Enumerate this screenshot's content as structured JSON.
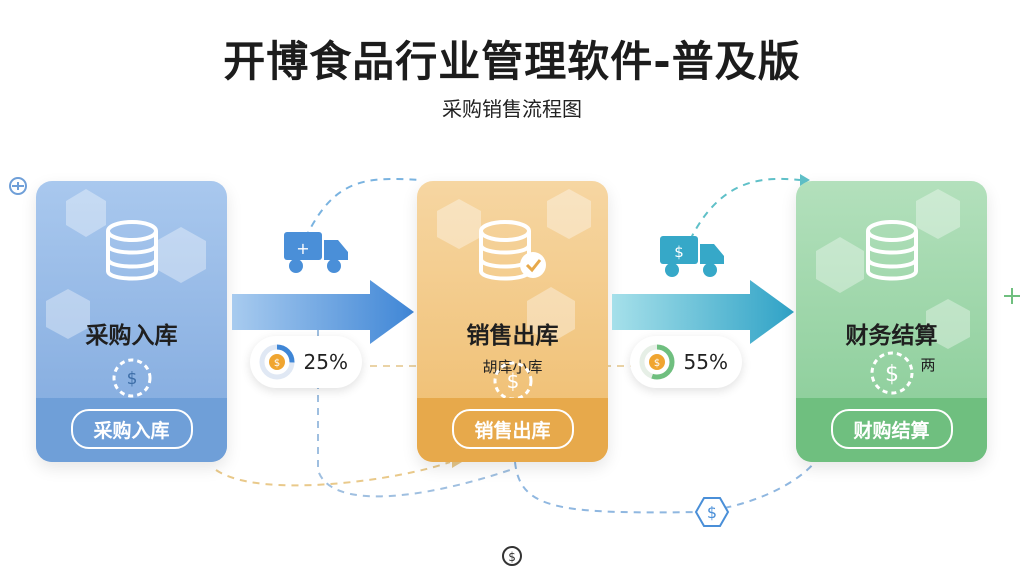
{
  "header": {
    "title": "开博食品行业管理软件-普及版",
    "subtitle": "采购销售流程图"
  },
  "stages": [
    {
      "label": "采购入库",
      "pill": "采购入库",
      "sublabel": ""
    },
    {
      "label": "销售出库",
      "pill": "销售出库",
      "sublabel": "胡库小库"
    },
    {
      "label": "财务结算",
      "pill": "财购结算",
      "sublabel": "两"
    }
  ],
  "badges": [
    {
      "value": "25%"
    },
    {
      "value": "55%"
    }
  ],
  "colors": {
    "blue": "#6f9fd8",
    "orange": "#e7a94b",
    "green": "#6fbf7f",
    "arrow_blue": "#4a8fd8",
    "arrow_teal": "#36a8c8"
  }
}
